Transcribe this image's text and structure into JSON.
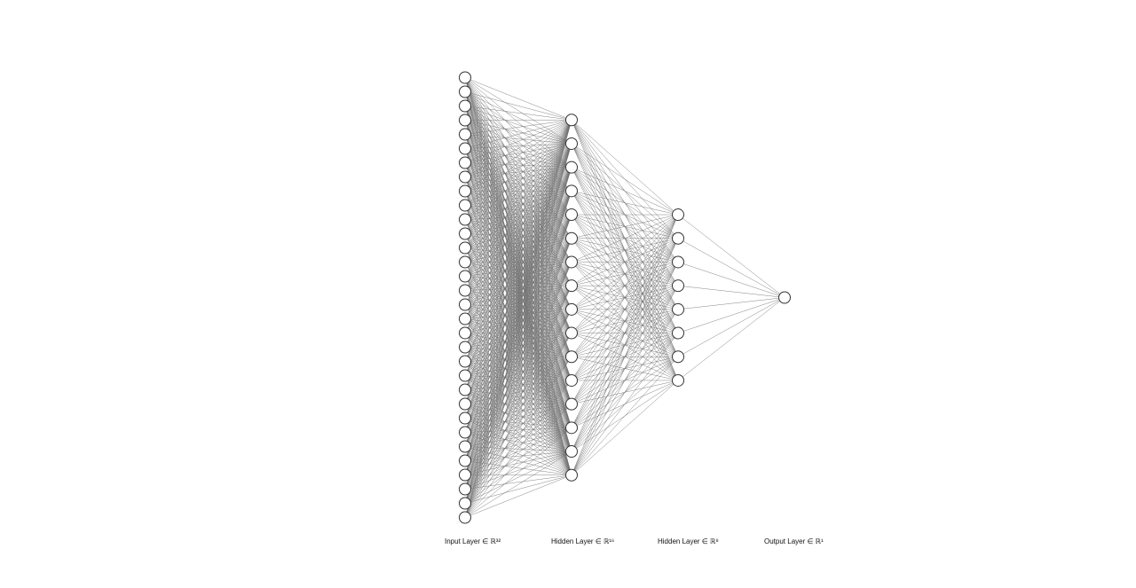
{
  "diagram": {
    "type": "fully-connected-neural-network",
    "layers": [
      {
        "label": "Input Layer ∈ ℝ³²",
        "units": 32
      },
      {
        "label": "Hidden Layer ∈ ℝ¹⁶",
        "units": 16
      },
      {
        "label": "Hidden Layer ∈ ℝ⁸",
        "units": 8
      },
      {
        "label": "Output Layer ∈ ℝ¹",
        "units": 1
      }
    ]
  }
}
